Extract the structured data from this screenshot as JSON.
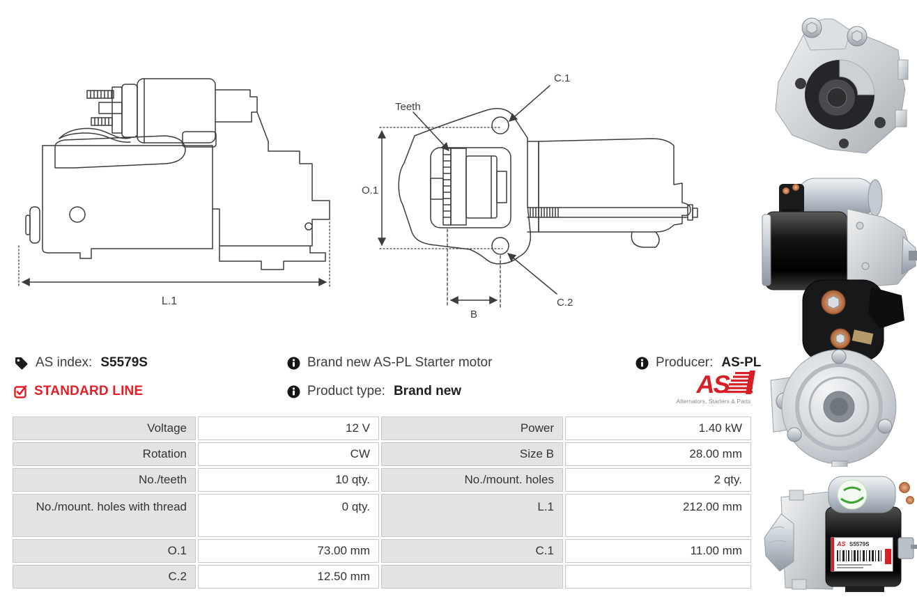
{
  "info": {
    "as_index_label": "AS index:",
    "as_index_value": "S5579S",
    "standard_line": "STANDARD LINE",
    "description": "Brand new AS-PL Starter motor",
    "product_type_label": "Product type:",
    "product_type_value": "Brand new",
    "producer_label": "Producer:",
    "producer_value": "AS-PL",
    "logo_text": "AS",
    "logo_tagline": "Alternators, Starters & Parts"
  },
  "diagram": {
    "l1": "L.1",
    "o1": "O.1",
    "b": "B",
    "c1": "C.1",
    "c2": "C.2",
    "teeth": "Teeth"
  },
  "photo_label_code": "S5579S",
  "spec_table": {
    "rows": [
      {
        "l1": "Voltage",
        "v1": "12 V",
        "l2": "Power",
        "v2": "1.40 kW"
      },
      {
        "l1": "Rotation",
        "v1": "CW",
        "l2": "Size B",
        "v2": "28.00 mm"
      },
      {
        "l1": "No./teeth",
        "v1": "10 qty.",
        "l2": "No./mount. holes",
        "v2": "2 qty."
      },
      {
        "l1": "No./mount. holes with thread",
        "v1": "0 qty.",
        "l2": "L.1",
        "v2": "212.00 mm"
      },
      {
        "l1": "O.1",
        "v1": "73.00 mm",
        "l2": "C.1",
        "v2": "11.00 mm"
      },
      {
        "l1": "C.2",
        "v1": "12.50 mm",
        "l2": "",
        "v2": ""
      }
    ]
  },
  "icons": {
    "as_index": "tag-icon",
    "standard_line": "checkbox-checked-icon",
    "info_rows": "info-icon",
    "logo": "as-logo"
  },
  "colors": {
    "accent_red": "#e31e24",
    "logo_red": "#d61f26",
    "table_label_bg": "#e3e3e3",
    "table_border": "#c7c7c7",
    "drawing_line": "#3c3c3c",
    "text": "#3d3d3d"
  }
}
